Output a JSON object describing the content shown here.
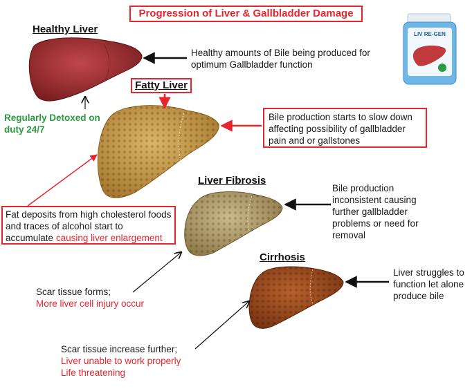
{
  "title": "Progression of Liver & Gallbladder Damage",
  "stages": {
    "healthy": {
      "heading": "Healthy Liver",
      "description": "Healthy amounts of Bile being produced for optimum Gallbladder function",
      "note": "Regularly Detoxed on duty 24/7",
      "color": "#9e2b2e"
    },
    "fatty": {
      "heading": "Fatty Liver",
      "description": "Bile production starts to slow down affecting possibility of gallbladder pain and or gallstones",
      "cause_text": "Fat deposits from high cholesterol foods and traces of alcohol start to accumulate",
      "cause_highlight": "causing liver enlargement",
      "color": "#c99a48"
    },
    "fibrosis": {
      "heading": "Liver Fibrosis",
      "description": "Bile production inconsistent causing further gallbladder problems or need for removal",
      "note_black": "Scar tissue forms;",
      "note_red": "More liver cell injury occur",
      "color": "#b5a070"
    },
    "cirrhosis": {
      "heading": "Cirrhosis",
      "description": "Liver struggles to function let alone produce bile",
      "note_black": "Scar tissue increase further;",
      "note_red_1": "Liver unable to work properly",
      "note_red_2": "Life threatening",
      "color": "#9c4a1e"
    }
  },
  "product": {
    "label": "LIV RE-GEN",
    "icon": "supplement-bottle-icon"
  },
  "colors": {
    "accent_red": "#e8242e",
    "green": "#2a9a3e",
    "bottle_blue": "#6fb7e6"
  }
}
